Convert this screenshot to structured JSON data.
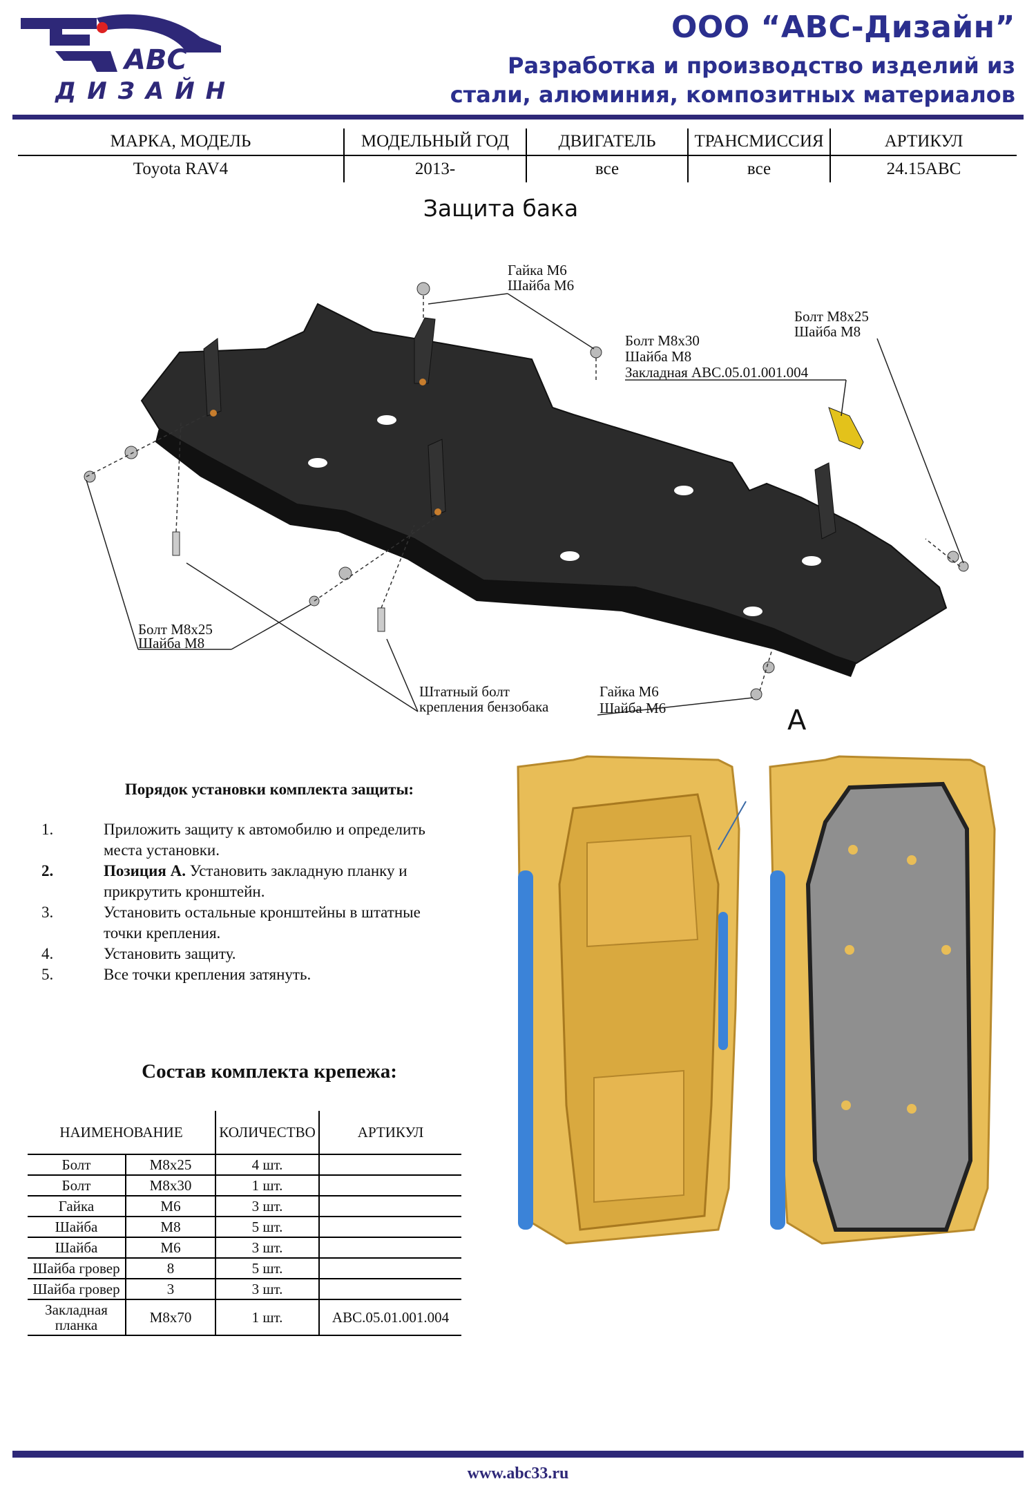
{
  "header": {
    "logo_text": "АВС",
    "logo_subtext": "ДИЗАЙН",
    "company": "ООО “АВС-Дизайн”",
    "tagline_line1": "Разработка и производство изделий из",
    "tagline_line2": "стали, алюминия, композитных материалов"
  },
  "info_table": {
    "headers": [
      "МАРКА, МОДЕЛЬ",
      "МОДЕЛЬНЫЙ ГОД",
      "ДВИГАТЕЛЬ",
      "ТРАНСМИССИЯ",
      "АРТИКУЛ"
    ],
    "row": [
      "Toyota RAV4",
      "2013-",
      "все",
      "все",
      "24.15ABC"
    ]
  },
  "doc_title": "Защита бака",
  "callouts": {
    "top_nut": [
      "Гайка М6",
      "Шайба М6"
    ],
    "center_bolt": [
      "Болт М8х30",
      "Шайба М8",
      "Закладная АВС.05.01.001.004"
    ],
    "right_bolt": [
      "Болт М8х25",
      "Шайба М8"
    ],
    "left_bolt": [
      "Болт М8х25",
      "Шайба М8"
    ],
    "tank_bolt": [
      "Штатный болт",
      "крепления бензобака"
    ],
    "bottom_nut": [
      "Гайка М6",
      "Шайба М6"
    ],
    "position_marker": "A"
  },
  "install": {
    "title": "Порядок установки комплекта защиты:",
    "steps": [
      {
        "n": "1.",
        "bold": "",
        "text": "Приложить защиту к автомобилю и определить места установки."
      },
      {
        "n": "2.",
        "bold": "Позиция А.",
        "text": " Установить закладную планку и прикрутить кронштейн."
      },
      {
        "n": "3.",
        "bold": "",
        "text": "Установить остальные кронштейны в штатные точки крепления."
      },
      {
        "n": "4.",
        "bold": "",
        "text": "Установить защиту."
      },
      {
        "n": "5.",
        "bold": "",
        "text": "Все точки крепления затянуть."
      }
    ]
  },
  "kit": {
    "title": "Состав комплекта крепежа:",
    "headers": [
      "НАИМЕНОВАНИЕ",
      "КОЛИЧЕСТВО",
      "АРТИКУЛ"
    ],
    "rows": [
      [
        "Болт",
        "М8х25",
        "4 шт.",
        ""
      ],
      [
        "Болт",
        "М8х30",
        "1 шт.",
        ""
      ],
      [
        "Гайка",
        "М6",
        "3 шт.",
        ""
      ],
      [
        "Шайба",
        "М8",
        "5 шт.",
        ""
      ],
      [
        "Шайба",
        "М6",
        "3 шт.",
        ""
      ],
      [
        "Шайба гровер",
        "8",
        "5 шт.",
        ""
      ],
      [
        "Шайба гровер",
        "3",
        "3 шт.",
        ""
      ],
      [
        "Закладная планка",
        "М8х70",
        "1 шт.",
        "АВС.05.01.001.004"
      ]
    ]
  },
  "footer": "www.abc33.ru",
  "colors": {
    "brand": "#2e2878",
    "skid_plate": "#2b2b2b",
    "underbody": "#e8bd57",
    "accent_blue": "#3b83d8",
    "plate_grey": "#8f8f8f"
  }
}
